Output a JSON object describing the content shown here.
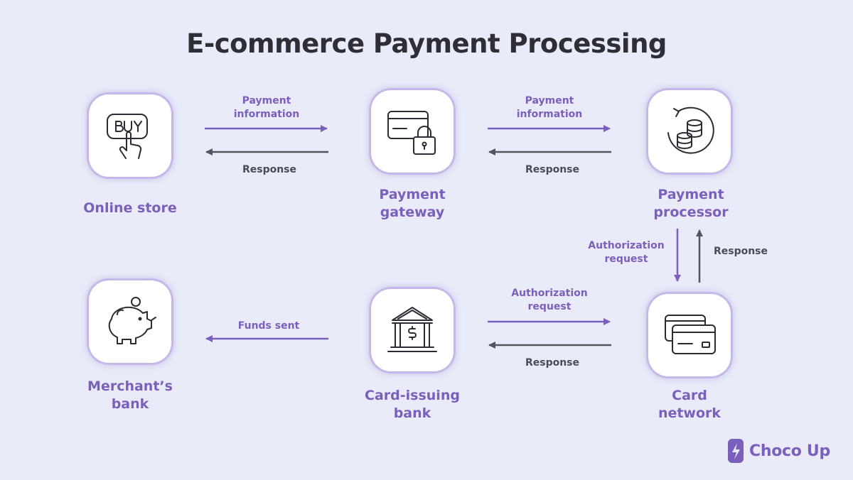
{
  "title": "E-commerce Payment Processing",
  "colors": {
    "accent": "#7a5fbc",
    "arrow_forward": "#7a5fbc",
    "arrow_back": "#55555d",
    "background": "#e9ecf8"
  },
  "nodes": {
    "online_store": {
      "label": "Online store",
      "icon": "buy-button-hand-icon"
    },
    "payment_gateway": {
      "label_line1": "Payment",
      "label_line2": "gateway",
      "icon": "card-lock-icon"
    },
    "payment_processor": {
      "label_line1": "Payment",
      "label_line2": "processor",
      "icon": "coins-cycle-icon"
    },
    "card_network": {
      "label_line1": "Card",
      "label_line2": "network",
      "icon": "cards-icon"
    },
    "card_issuing_bank": {
      "label_line1": "Card-issuing",
      "label_line2": "bank",
      "icon": "bank-icon"
    },
    "merchants_bank": {
      "label_line1": "Merchant’s",
      "label_line2": "bank",
      "icon": "piggy-bank-icon"
    }
  },
  "edges": {
    "store_to_gateway": {
      "line1": "Payment",
      "line2": "information"
    },
    "gateway_to_store": {
      "text": "Response"
    },
    "gateway_to_processor": {
      "line1": "Payment",
      "line2": "information"
    },
    "processor_to_gateway": {
      "text": "Response"
    },
    "processor_to_network": {
      "line1": "Authorization",
      "line2": "request"
    },
    "network_to_processor": {
      "text": "Response"
    },
    "issuer_to_network": {
      "line1": "Authorization",
      "line2": "request"
    },
    "network_to_issuer": {
      "text": "Response"
    },
    "issuer_to_merchant": {
      "text": "Funds sent"
    }
  },
  "brand": {
    "name": "Choco Up",
    "icon": "choco-up-logo-icon"
  }
}
